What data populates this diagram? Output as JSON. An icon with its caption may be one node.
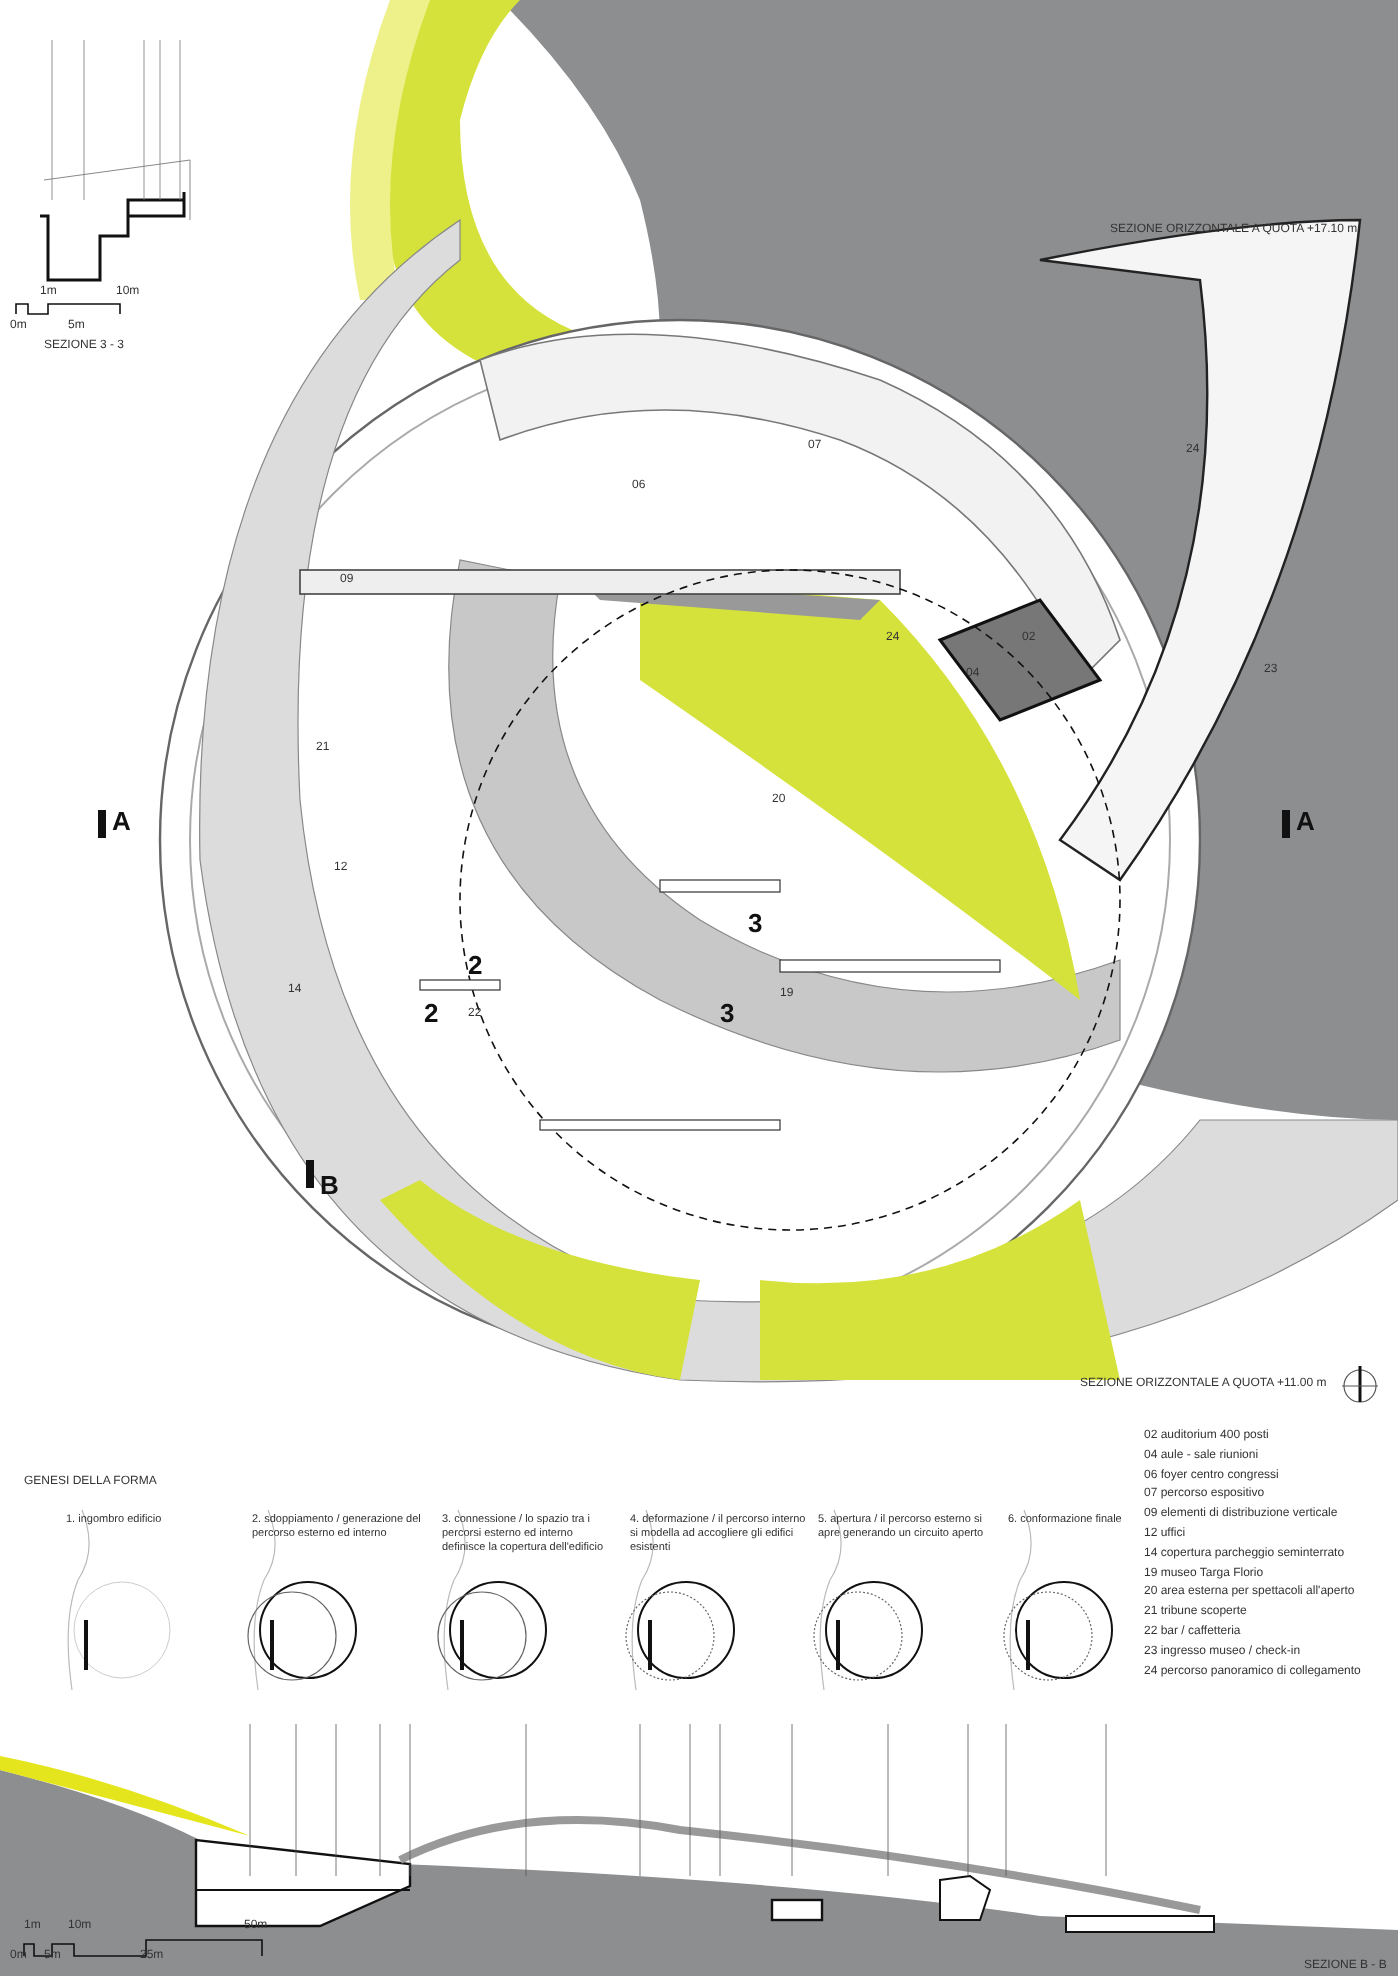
{
  "diagram": {
    "labels": [
      "SEZIONE 3 - 3",
      "1m",
      "10m",
      "0m",
      "5m",
      "SEZIONE ORIZZONTALE A QUOTA +17.10 m",
      "07",
      "06",
      "24",
      "09",
      "24",
      "02",
      "04",
      "23",
      "21",
      "20",
      "12",
      "14",
      "22",
      "19",
      "A",
      "A",
      "B",
      "2",
      "2",
      "3",
      "3",
      "SEZIONE ORIZZONTALE A QUOTA +11.00 m",
      "02 auditorium 400 posti",
      "04 aule - sale riunioni",
      "06 foyer centro congressi",
      "07 percorso espositivo",
      "09 elementi di distribuzione verticale",
      "12 uffici",
      "14 copertura parcheggio seminterrato",
      "19 museo Targa Florio",
      "20 area esterna per spettacoli all'aperto",
      "21 tribune scoperte",
      "22 bar / caffetteria",
      "23 ingresso museo / check-in",
      "24 percorso panoramico di collegamento",
      "GENESI DELLA FORMA",
      "1. ingombro edificio",
      "2. sdoppiamento / generazione del percorso esterno ed interno",
      "3. connessione / lo spazio tra i percorsi esterno ed interno definisce la copertura dell'edificio",
      "4. deformazione / il percorso interno si modella ad accogliere gli edifici esistenti",
      "5. apertura / il percorso esterno si apre generando un circuito aperto",
      "6. conformazione finale",
      "1m",
      "10m",
      "50m",
      "0m",
      "5m",
      "25m",
      "SEZIONE B - B"
    ]
  }
}
